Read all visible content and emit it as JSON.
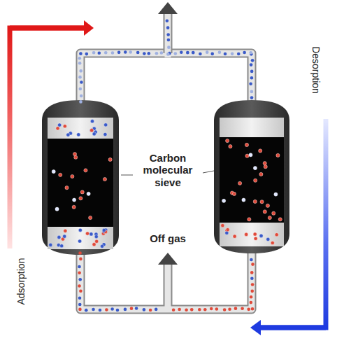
{
  "diagram": {
    "labels": [
      "Adsorption",
      "Carbon molecular sieve",
      "Off gas",
      "Desorption"
    ]
  }
}
